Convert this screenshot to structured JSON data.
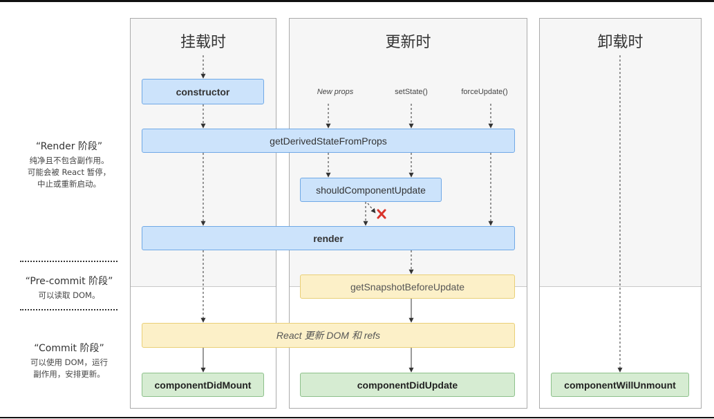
{
  "columns": {
    "mount": "挂载时",
    "update": "更新时",
    "unmount": "卸载时"
  },
  "phases": {
    "render": {
      "title": "“Render 阶段”",
      "desc": [
        "纯净且不包含副作用。",
        "可能会被 React 暂停，",
        "中止或重新启动。"
      ]
    },
    "precommit": {
      "title": "“Pre-commit 阶段”",
      "desc": [
        "可以读取 DOM。"
      ]
    },
    "commit": {
      "title": "“Commit 阶段”",
      "desc": [
        "可以使用 DOM，运行",
        "副作用，安排更新。"
      ]
    }
  },
  "triggers": {
    "new_props": "New props",
    "set_state": "setState()",
    "force_update": "forceUpdate()"
  },
  "methods": {
    "constructor": "constructor",
    "get_derived_state": "getDerivedStateFromProps",
    "should_update": "shouldComponentUpdate",
    "render": "render",
    "get_snapshot": "getSnapshotBeforeUpdate",
    "react_update_dom": "React 更新 DOM 和 refs",
    "did_mount": "componentDidMount",
    "did_update": "componentDidUpdate",
    "will_unmount": "componentWillUnmount"
  },
  "icons": {
    "cancel": "red-x-icon"
  },
  "colors": {
    "render_phase_bg": "#f6f6f6",
    "blue_box": "#cce3fb",
    "yellow_box": "#fcf0c8",
    "green_box": "#d6ecd2",
    "cancel_mark": "#d9342b"
  }
}
